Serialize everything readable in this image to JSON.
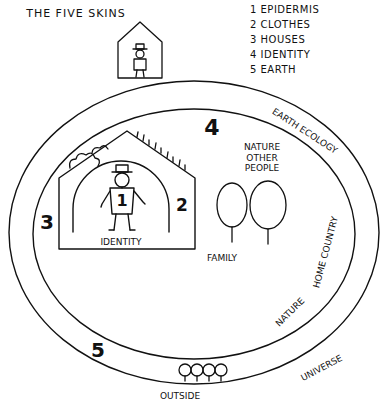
{
  "diagram": {
    "title": "THE FIVE SKINS",
    "nodes": [
      {
        "text": [
          "EARTH ECOLOGY",
          "5"
        ]
      },
      {
        "text": [
          "4",
          "NATURE OTHER PEOPLE",
          "FAMILY",
          "HOME COUNTRY",
          "NATURE"
        ],
        "in": 0
      },
      {
        "text": [
          "3",
          "IDENTITY"
        ],
        "in": 1
      },
      {
        "text": [
          "2"
        ],
        "in": 2
      },
      {
        "text": [
          "1"
        ],
        "in": 3
      }
    ],
    "labels": [
      "1 EPIDERMIS",
      "2 CLOTHES",
      "3 HOUSES",
      "4 IDENTITY",
      "5 EARTH",
      "UNIVERSE",
      "OUTSIDE"
    ]
  }
}
